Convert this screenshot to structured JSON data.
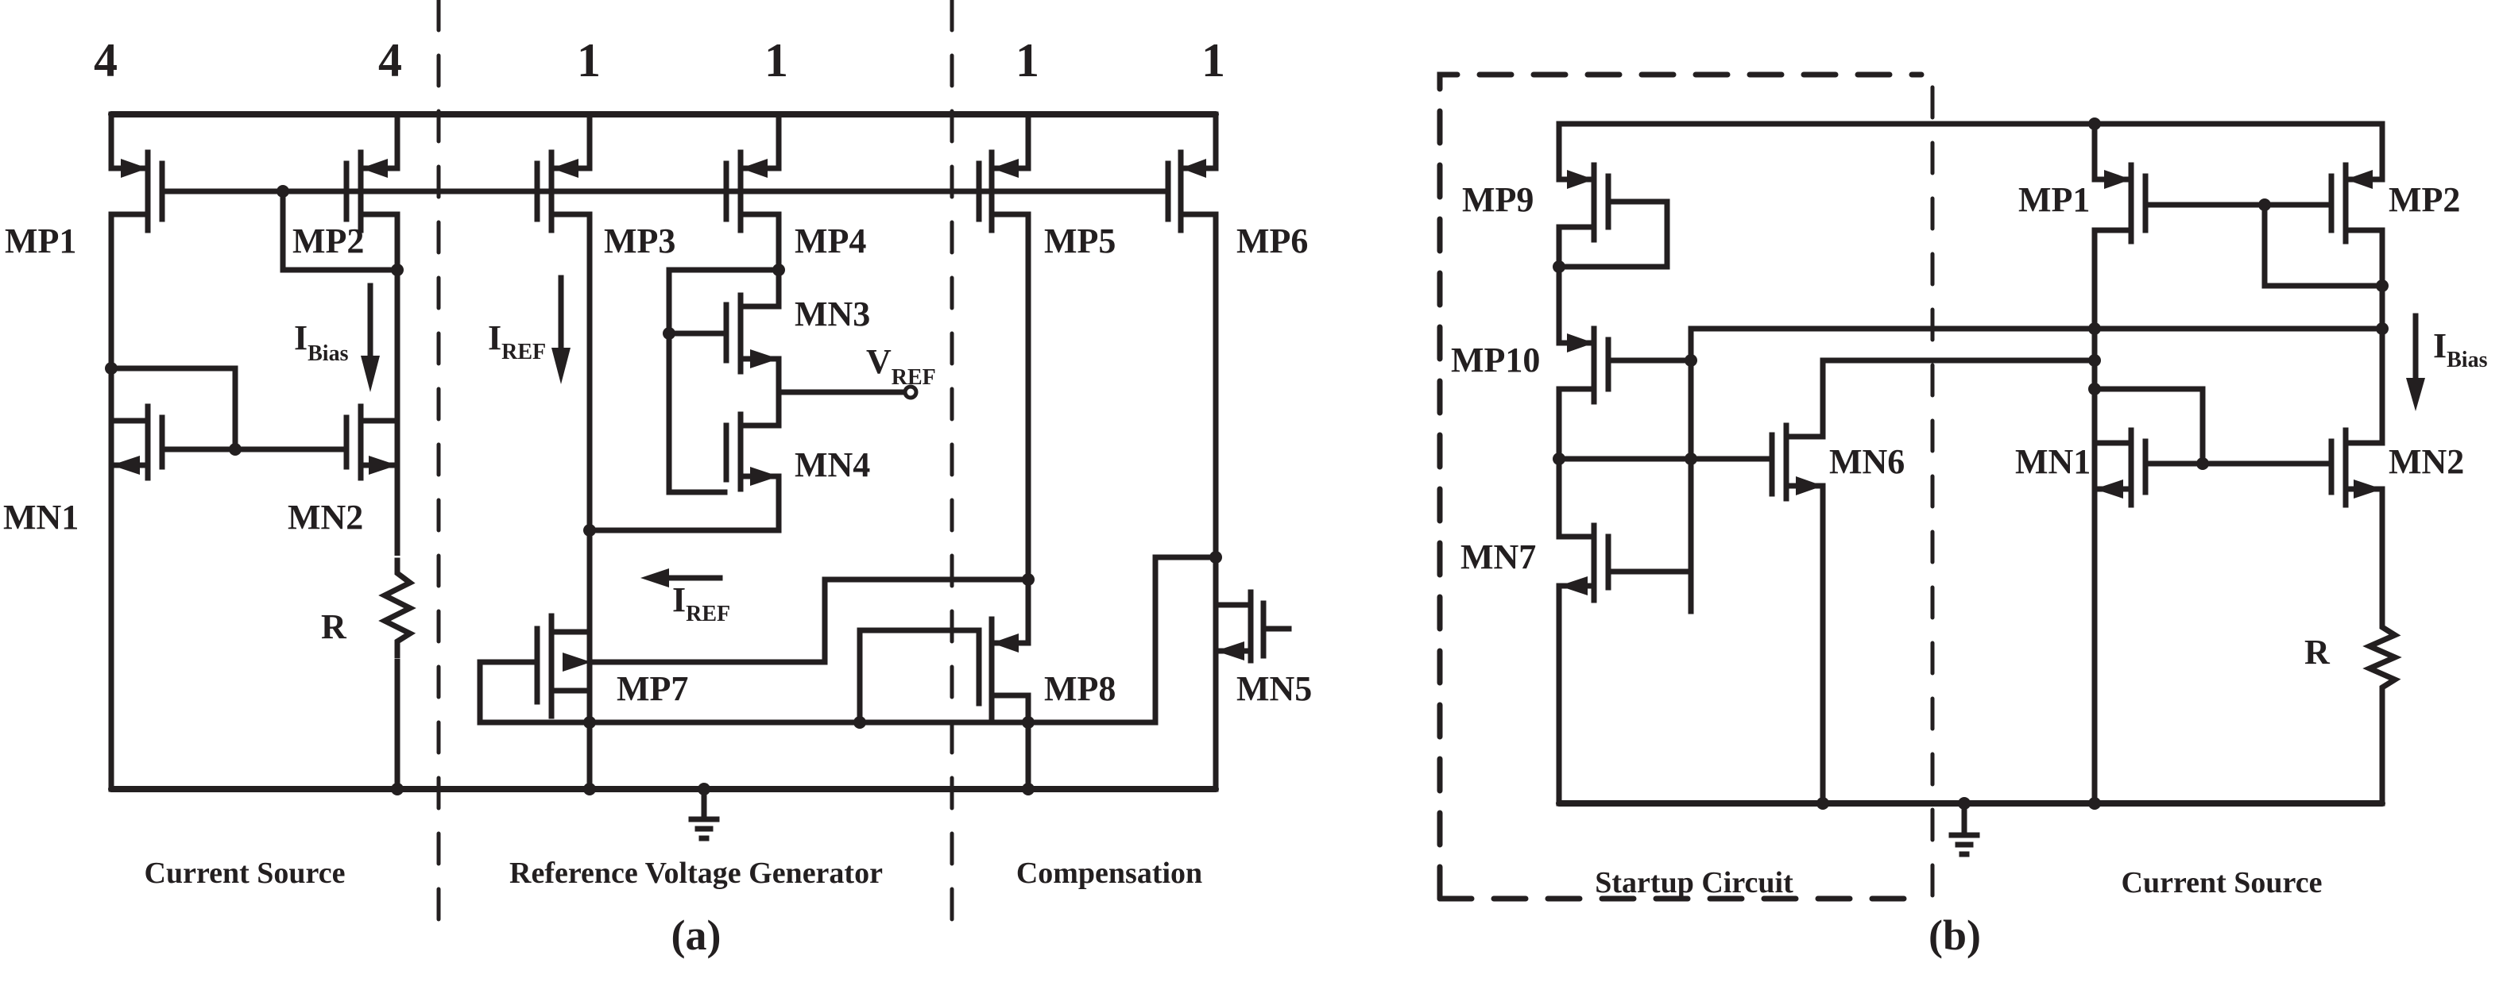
{
  "figure": {
    "panels": [
      {
        "id": "a",
        "label": "(a)",
        "sections": [
          "Current Source",
          "Reference Voltage Generator",
          "Compensation"
        ],
        "ratios": [
          "4",
          "4",
          "1",
          "1",
          "1",
          "1"
        ],
        "transistors": {
          "MP1": "MP1",
          "MP2": "MP2",
          "MP3": "MP3",
          "MP4": "MP4",
          "MP5": "MP5",
          "MP6": "MP6",
          "MN1": "MN1",
          "MN2": "MN2",
          "MN3": "MN3",
          "MN4": "MN4",
          "MN5": "MN5",
          "MP7": "MP7",
          "MP8": "MP8"
        },
        "resistor": "R",
        "currents": {
          "ibias_main": "I",
          "ibias_sub": "Bias",
          "iref1_main": "I",
          "iref1_sub": "REF",
          "iref2_main": "I",
          "iref2_sub": "REF"
        },
        "vref_main": "V",
        "vref_sub": "REF"
      },
      {
        "id": "b",
        "label": "(b)",
        "sections": [
          "Startup Circuit",
          "Current Source"
        ],
        "transistors": {
          "MP9": "MP9",
          "MP10": "MP10",
          "MN6": "MN6",
          "MN7": "MN7",
          "MP1": "MP1",
          "MP2": "MP2",
          "MN1": "MN1",
          "MN2": "MN2"
        },
        "resistor": "R",
        "currents": {
          "ibias_main": "I",
          "ibias_sub": "Bias"
        }
      }
    ]
  }
}
